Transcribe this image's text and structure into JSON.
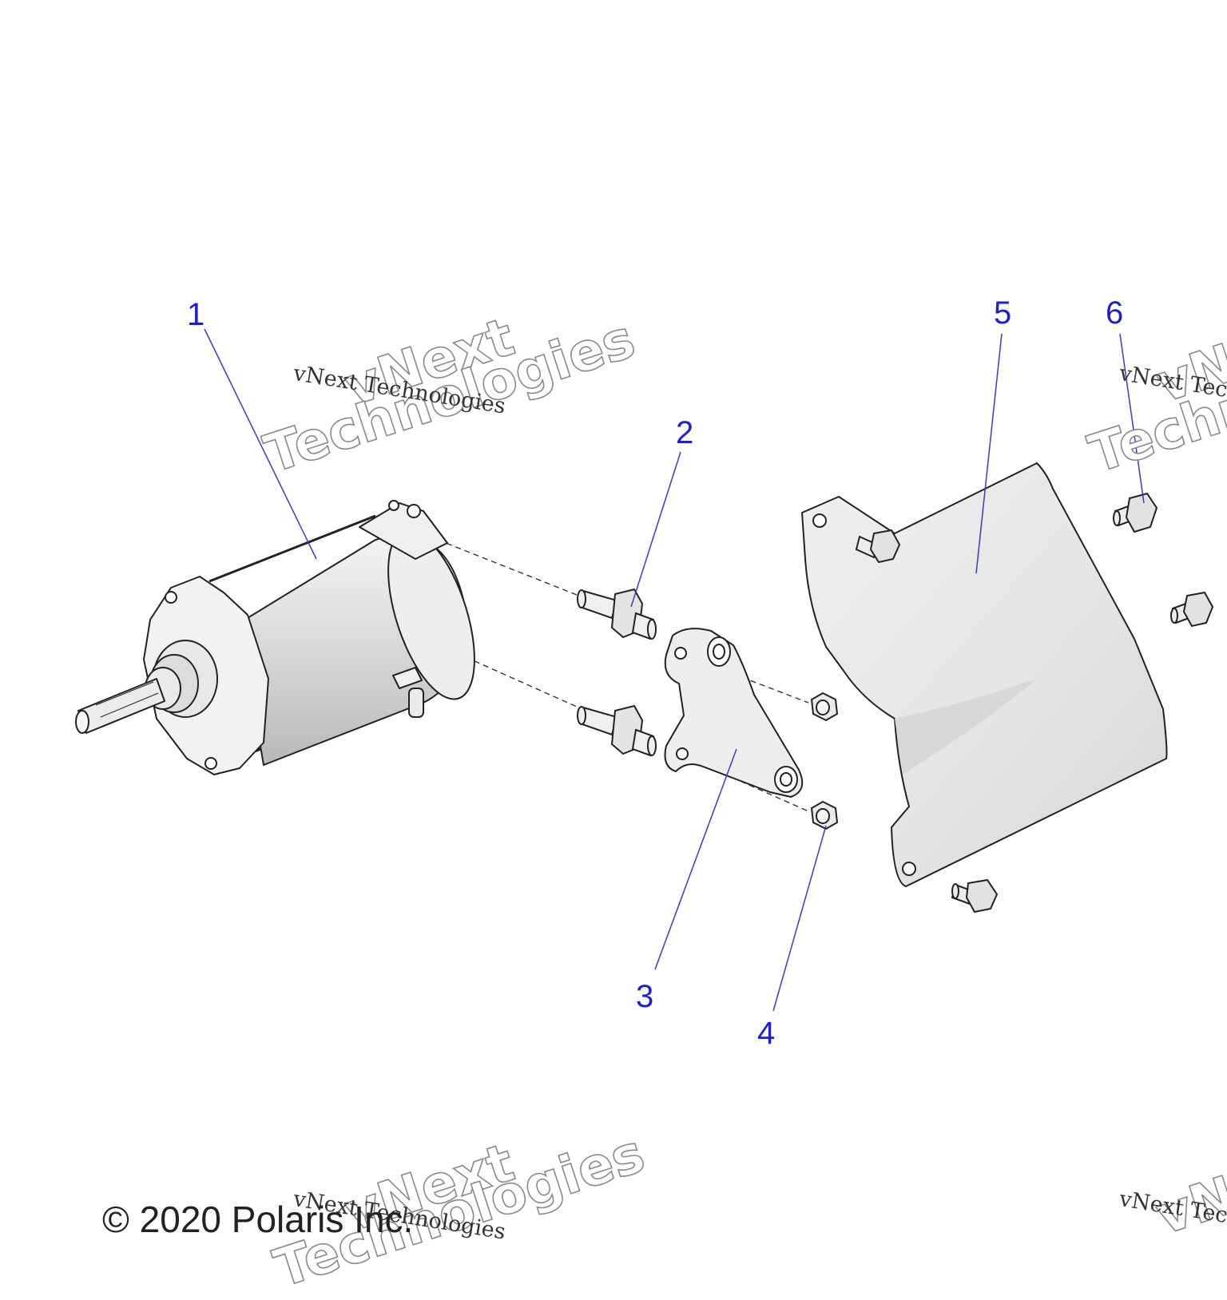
{
  "callouts": [
    {
      "number": "1",
      "part": "starter-motor"
    },
    {
      "number": "2",
      "part": "stud-bolt"
    },
    {
      "number": "3",
      "part": "mounting-bracket"
    },
    {
      "number": "4",
      "part": "nut"
    },
    {
      "number": "5",
      "part": "heat-shield"
    },
    {
      "number": "6",
      "part": "flange-bolt"
    }
  ],
  "watermark": {
    "line": "vNext Technologies",
    "word1": "vNext",
    "word2": "Technologies"
  },
  "copyright": "© 2020 Polaris Inc.",
  "colors": {
    "callout": "#1e1ed8",
    "leader": "#3a3ad0",
    "outline": "#222222",
    "part_fill": "#e6e6e6"
  }
}
